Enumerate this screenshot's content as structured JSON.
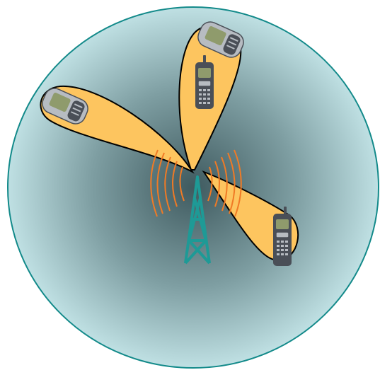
{
  "diagram": {
    "colors": {
      "cell_edge": "#138a8a",
      "cell_light": "#bfe0e3",
      "cell_dark": "#3f5a5f",
      "beam_fill": "#fdc55f",
      "beam_stroke": "#000000",
      "tower": "#1e9a96",
      "waves": "#f07a25",
      "phone_body": "#4a4f57",
      "phone_screen": "#8f9b6c",
      "phone_light": "#b7bcc2"
    },
    "elements": {
      "cell": "coverage-cell",
      "tower": "base-station-tower",
      "beams": [
        "beam-to-top-phone",
        "beam-to-left-phone",
        "beam-to-right-phone"
      ],
      "phones": [
        "flip-phone-top",
        "handset-top",
        "flip-phone-left",
        "handset-right"
      ]
    }
  }
}
